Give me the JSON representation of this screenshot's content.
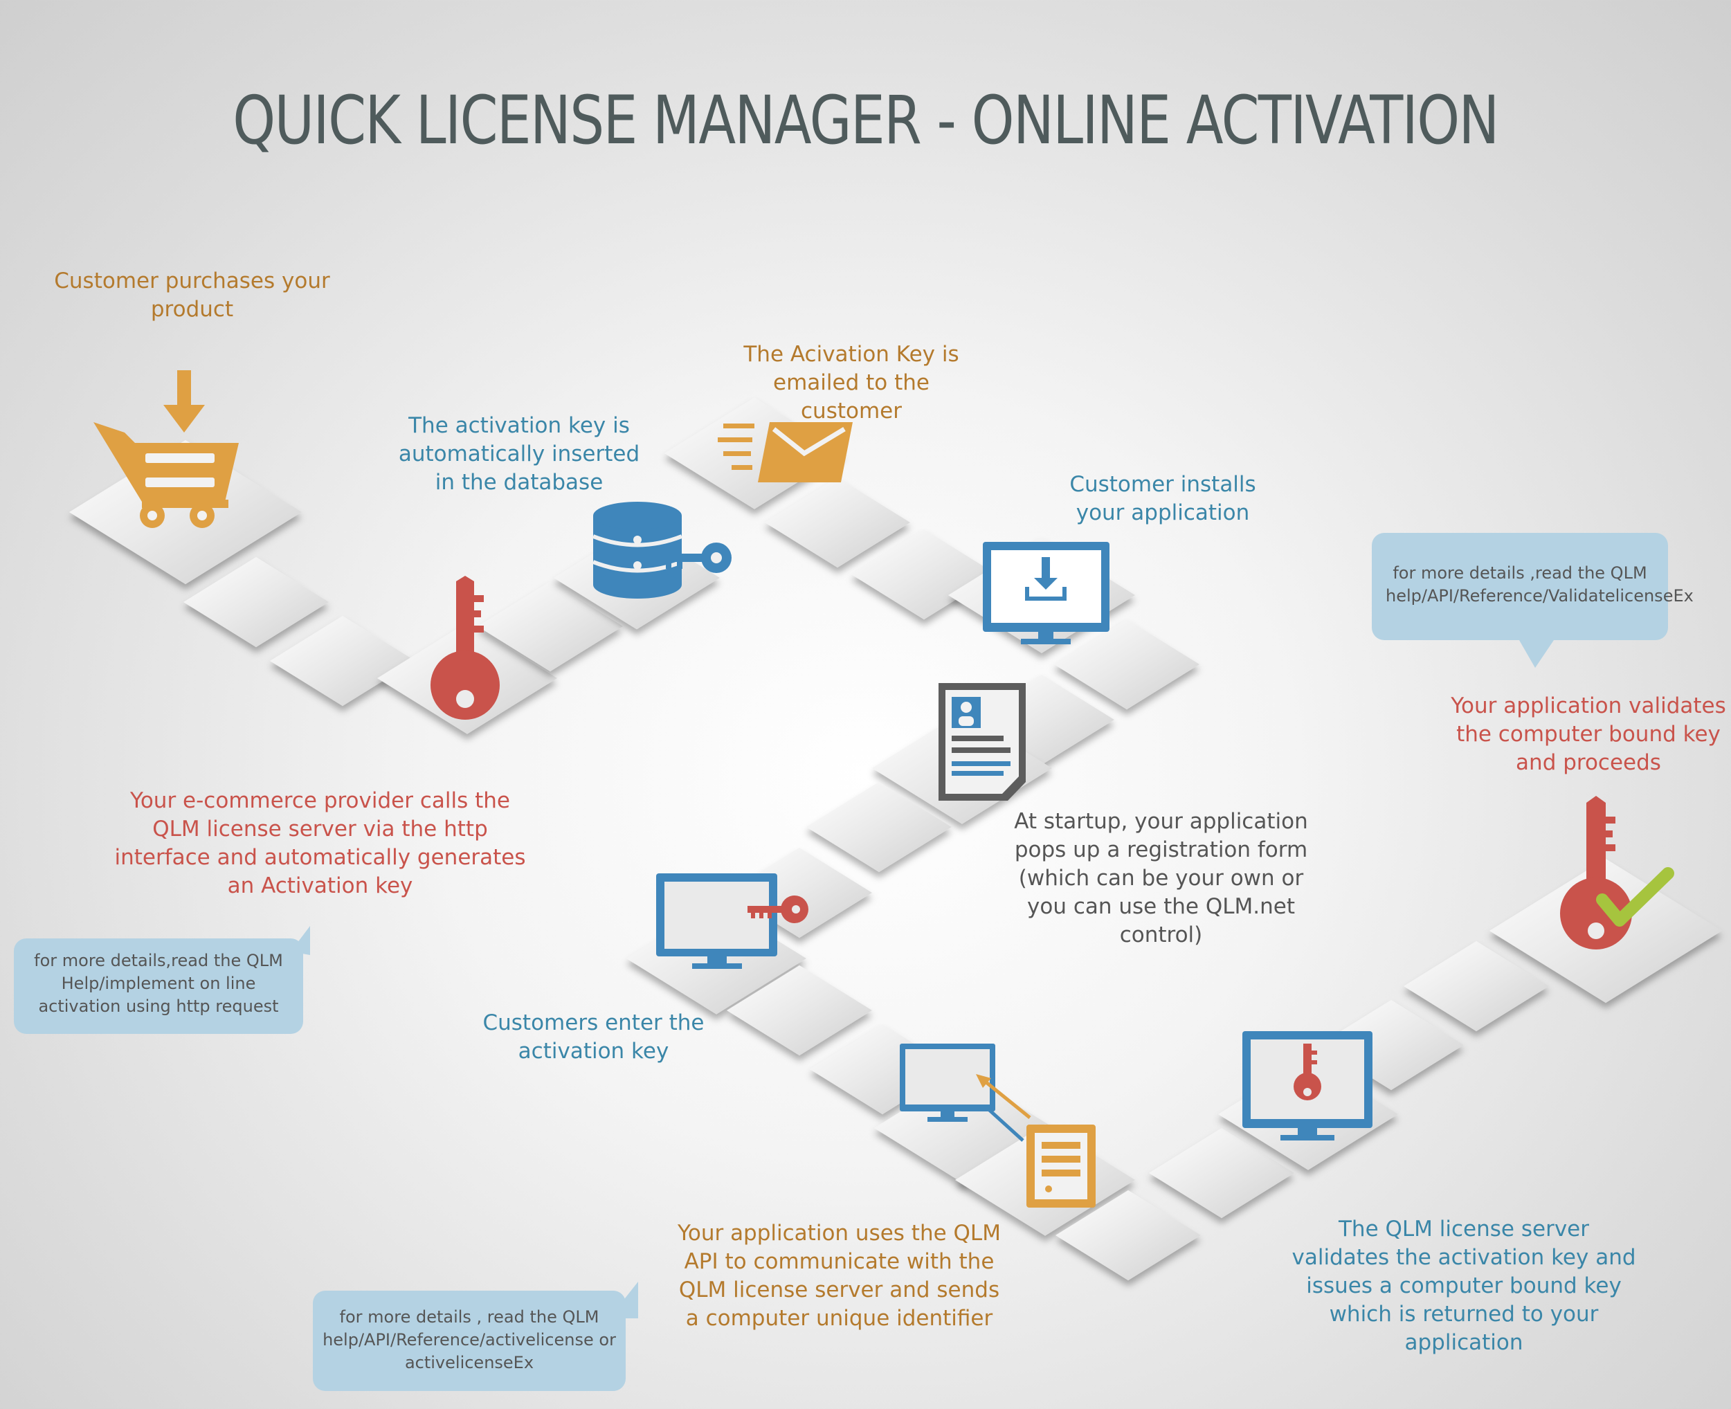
{
  "title": "QUICK LICENSE MANAGER - ONLINE ACTIVATION",
  "steps": {
    "purchase": "Customer purchases your product",
    "ecommerce": "Your e-commerce provider calls the QLM license server via the http interface and automatically generates an Activation key",
    "database": "The activation key is automatically inserted in the database",
    "email": "The Acivation Key is emailed to the customer",
    "install": "Customer installs your application",
    "startup": "At startup, your application pops up a registration form (which can be your own or you can use the QLM.net control)",
    "enter_key": "Customers enter the activation key",
    "api": "Your application uses the QLM API to communicate with the QLM license server and sends a computer unique identifier",
    "server_validates": "The QLM license server validates the activation key and issues a computer bound key which is returned to your application",
    "app_validates": "Your application validates the computer bound key and proceeds"
  },
  "notes": {
    "http": "for more details,read the QLM Help/implement on line activation using http request",
    "activate": "for more details , read the QLM help/API/Reference/activelicense or activelicenseEx",
    "validate": "for more details ,read the QLM help/API/Reference/ValidatelicenseEx"
  },
  "icons": [
    "shopping-cart-icon",
    "key-icon",
    "database-key-icon",
    "email-icon",
    "monitor-download-icon",
    "registration-form-icon",
    "monitor-key-icon",
    "monitor-server-icon",
    "monitor-key-icon",
    "key-check-icon"
  ],
  "colors": {
    "orange": "#dfa043",
    "blue": "#3f86bb",
    "red": "#c9534b",
    "tile": "#e6e6e6",
    "bubble": "#b4d2e3",
    "title": "#4f5b5c"
  }
}
